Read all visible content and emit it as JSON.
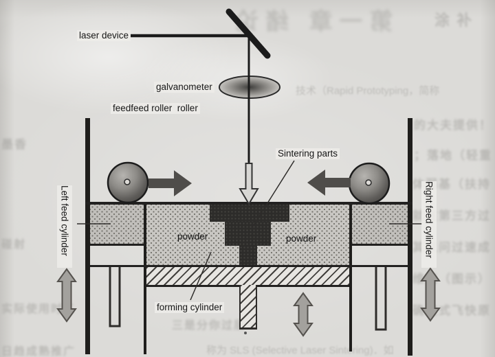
{
  "figure": {
    "type": "sls-machine-schematic",
    "labels": {
      "laser_device": "laser device",
      "galvanometer": "galvanometer",
      "feed_roller": "feedfeed roller  roller",
      "sintering_parts": "Sintering parts",
      "powder_left": "powder",
      "powder_right": "powder",
      "left_feed_cylinder": "Left feed cylinder",
      "right_feed_cylinder": "Right feed cylinder",
      "forming_cylinder": "forming cylinder"
    },
    "colors": {
      "paper": "#dcdbd8",
      "line": "#1b1b1b",
      "powder_bed": "#c9c7c3",
      "feed_powder": "#c1bfbb",
      "sintered_part": "#2d2c2a",
      "roller_arrow": "#4f4d4a",
      "double_arrow_fill": "#a3a19d",
      "double_arrow_stroke": "#55524e",
      "laser_arrow_fill": "#d8d7d4"
    },
    "background_showthrough": {
      "title_mirrored": "第一章 绪论",
      "fragment_rapid": "技术（Rapid Prototyping，简称",
      "fragment_sls": "称为 SLS (Selective Laser Sintering)．如",
      "illegible_background_noise": [
        "涂 补",
        "的大夫提供！",
        "；落地（轻重",
        "体弱基（扶持",
        "就在第三方过",
        "其以问过速成",
        "维克（图示）",
        "确定式飞快原",
        "墨香",
        "碰射",
        "实际使用时三",
        "日趋成熟推广",
        "三是分你过层"
      ]
    }
  }
}
